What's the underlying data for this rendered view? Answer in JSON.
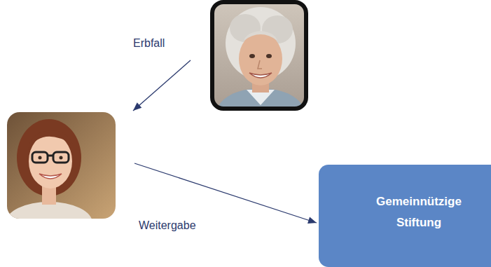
{
  "diagram": {
    "nodes": [
      {
        "text": [
          "Gemeinnützige Stiftung"
        ]
      }
    ],
    "labels": [
      "Erbfall",
      "Weitergabe"
    ]
  }
}
